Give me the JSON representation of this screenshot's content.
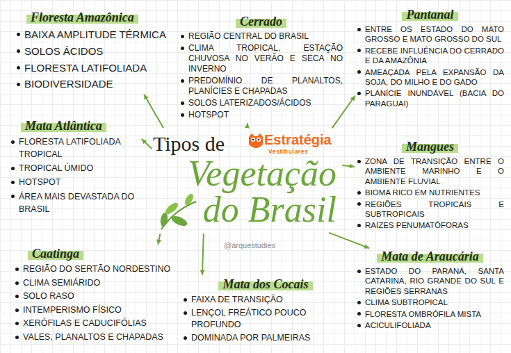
{
  "diagram": {
    "nodes": [
      {
        "text": [
          "Tipos de",
          "Vegetação do Brasil"
        ]
      },
      {
        "text": [
          "Floresta Amazônica",
          "BAIXA AMPLITUDE TÉRMICA",
          "SOLOS ÁCIDOS",
          "FLORESTA LATIFOLIADA",
          "BIODIVERSIDADE"
        ]
      },
      {
        "text": [
          "Cerrado",
          "REGIÃO CENTRAL DO BRASIL",
          "CLIMA TROPICAL, ESTAÇÃO CHUVOSA NO VERÃO E SECA NO INVERNO",
          "PREDOMÍNIO DE PLANALTOS, PLANÍCIES E CHAPADAS",
          "SOLOS LATERIZADOS/ÁCIDOS",
          "HOTSPOT"
        ]
      },
      {
        "text": [
          "Pantanal",
          "ENTRE OS ESTADO DO MATO GROSSO E MATO GROSSO DO SUL",
          "RECEBE INFLUÊNCIA DO CERRADO E DA AMAZÔNIA",
          "AMEAÇADA PELA EXPANSÃO DA SOJA, DO MILHO E DO GADO",
          "PLANÍCIE INUNDÁVEL (BACIA DO PARAGUAI)"
        ]
      },
      {
        "text": [
          "Mata Atlântica",
          "FLORESTA LATIFOLIADA TROPICAL",
          "TROPICAL ÚMIDO",
          "HOTSPOT",
          "ÁREA MAIS DEVASTADA DO BRASIL"
        ]
      },
      {
        "text": [
          "Mangues",
          "ZONA DE TRANSIÇÃO ENTRE O AMBIENTE MARINHO E O AMBIENTE FLUVIAL",
          "BIOMA RICO EM NUTRIENTES",
          "REGIÕES TROPICAIS E SUBTROPICAIS",
          "RAÍZES PENUMATÓFORAS"
        ]
      },
      {
        "text": [
          "Caatinga",
          "REGIÃO DO SERTÃO NORDESTINO",
          "CLIMA SEMIÁRIDO",
          "SOLO RASO",
          "INTEMPERISMO FÍSICO",
          "XERÓFILAS E CADUCIFÓLIAS",
          "VALES, PLANALTOS E CHAPADAS"
        ]
      },
      {
        "text": [
          "Mata dos Cocais",
          "FAIXA DE TRANSIÇÃO",
          "LENÇOL FREÁTICO POUCO PROFUNDO",
          "DOMINADA POR PALMEIRAS"
        ]
      },
      {
        "text": [
          "Mata de Araucária",
          "ESTADO DO PARANÁ, SANTA CATARINA, RIO GRANDE DO SUL E REGIÕES SERRANAS",
          "CLIMA SUBTROPICAL",
          "FLORESTA OMBRÓFILA MISTA",
          "ACICULIFOLIADA"
        ]
      }
    ],
    "edges": [
      {
        "from": 0,
        "to": 1,
        "arrow": "to"
      },
      {
        "from": 0,
        "to": 2,
        "arrow": "to"
      },
      {
        "from": 0,
        "to": 3,
        "arrow": "to"
      },
      {
        "from": 0,
        "to": 4,
        "arrow": "to"
      },
      {
        "from": 0,
        "to": 5,
        "arrow": "to"
      },
      {
        "from": 0,
        "to": 6,
        "arrow": "to"
      },
      {
        "from": 0,
        "to": 7,
        "arrow": "to"
      },
      {
        "from": 0,
        "to": 8,
        "arrow": "to"
      }
    ],
    "labels": [
      "Estratégia",
      "Vestibulares",
      "@arquestudies"
    ]
  }
}
